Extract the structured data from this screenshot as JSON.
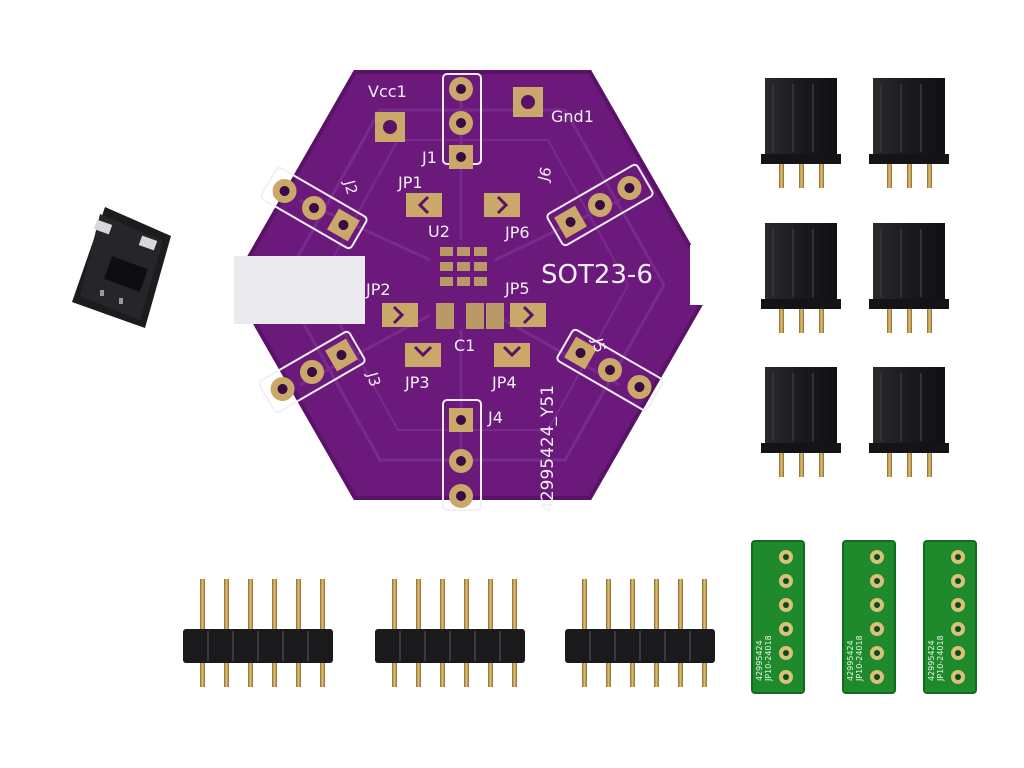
{
  "pcb": {
    "silkscreen": {
      "vcc": "Vcc1",
      "gnd": "Gnd1",
      "j1": "J1",
      "j2": "J2",
      "j3": "J3",
      "j4": "J4",
      "j5": "J5",
      "j6": "J6",
      "jp1": "JP1",
      "jp2": "JP2",
      "jp3": "JP3",
      "jp4": "JP4",
      "jp5": "JP5",
      "jp6": "JP6",
      "u2": "U2",
      "c1": "C1",
      "package": "SOT23-6",
      "board_id": "42995424_Y51"
    },
    "colors": {
      "board": "#6b1a7c",
      "board_edge": "#5a1268",
      "copper_trace": "#7a2a8c",
      "pad": "#c9a86a",
      "silkscreen": "#f4eef6",
      "label_sticker": "#e9e9ee"
    }
  },
  "adapter_boards": {
    "label_lines": [
      "42995424",
      "JP10-24018"
    ],
    "colors": {
      "board": "#1f8a2c",
      "pad": "#d8c27a"
    }
  },
  "parts": {
    "header_colors": {
      "plastic": "#1b1b1d",
      "pin": "#c8a050"
    }
  }
}
